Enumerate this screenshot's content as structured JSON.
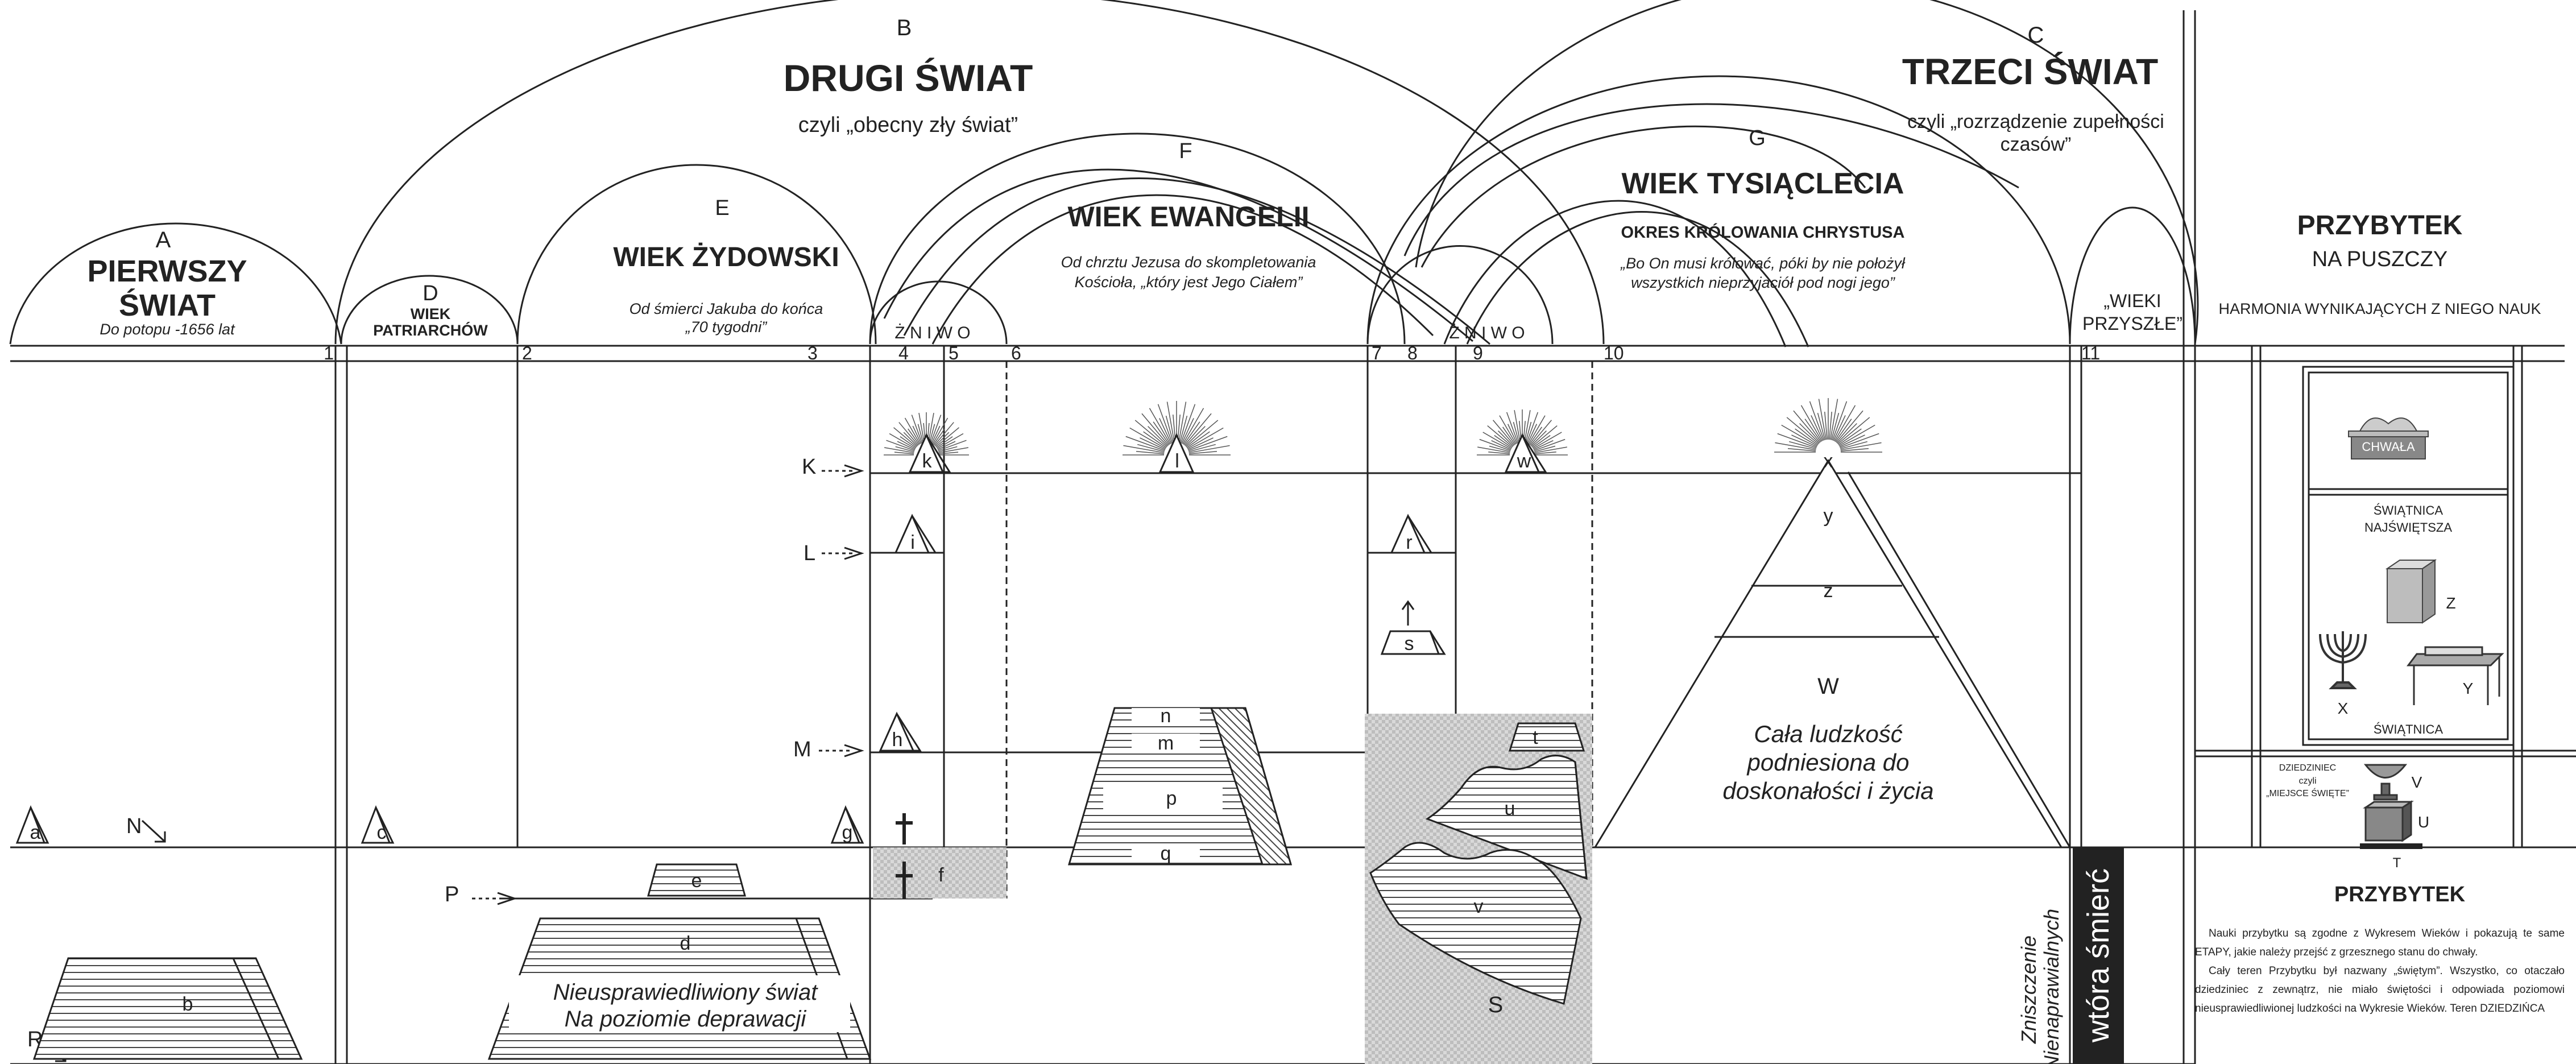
{
  "letters": {
    "A": "A",
    "B": "B",
    "C": "C",
    "D": "D",
    "E": "E",
    "F": "F",
    "G": "G"
  },
  "worlds": {
    "first": {
      "title_line1": "PIERWSZY",
      "title_line2": "ŚWIAT",
      "subtitle": "Do potopu -1656 lat"
    },
    "second": {
      "title": "DRUGI ŚWIAT",
      "subtitle": "czyli „obecny zły świat”"
    },
    "third": {
      "title": "TRZECI ŚWIAT",
      "subtitle_line1": "czyli „rozrządzenie zupełności",
      "subtitle_line2": "czasów”"
    }
  },
  "ages": {
    "patriarchs": {
      "line1": "WIEK",
      "line2": "PATRIARCHÓW"
    },
    "jewish": {
      "title": "WIEK ŻYDOWSKI",
      "line1": "Od śmierci Jakuba do końca",
      "line2": "„70 tygodni”"
    },
    "gospel": {
      "title": "WIEK EWANGELII",
      "line1": "Od chrztu Jezusa do skompletowania",
      "line2": "Kościoła, „który jest Jego Ciałem”"
    },
    "millennium": {
      "title": "WIEK TYSIĄCLECIA",
      "subtitle": "OKRES KRÓLOWANIA CHRYSTUSA",
      "line1": "„Bo On musi królować, póki by nie położył",
      "line2": "wszystkich nieprzyjaciół pod nogi jego”"
    },
    "ages_to_come": {
      "line1": "„WIEKI",
      "line2": "PRZYSZŁE”"
    }
  },
  "harvest_1": "Ż N I W O",
  "harvest_2": "Ż N I W O",
  "markers": {
    "m1": "1",
    "m2": "2",
    "m3": "3",
    "m4": "4",
    "m5": "5",
    "m6": "6",
    "m7": "7",
    "m8": "8",
    "m9": "9",
    "m10": "10",
    "m11": "11"
  },
  "planes": {
    "K": "K",
    "L": "L",
    "M": "M",
    "N": "N",
    "P": "P",
    "R": "R"
  },
  "figures": {
    "a": "a",
    "b": "b",
    "c": "c",
    "d": "d",
    "e": "e",
    "f": "f",
    "g": "g",
    "h": "h",
    "i": "i",
    "k": "k",
    "l": "l",
    "m": "m",
    "n": "n",
    "p": "p",
    "q": "q",
    "r": "r",
    "s": "s",
    "t": "t",
    "u": "u",
    "v": "v",
    "w": "w",
    "x": "x",
    "y": "y",
    "z": "z",
    "W": "W",
    "S": "S"
  },
  "labels": {
    "unrighteous_line1": "Nieusprawiedliwiony świat",
    "unrighteous_line2": "Na poziomie deprawacji",
    "mankind_line1": "Cała ludzkość",
    "mankind_line2": "podniesiona do",
    "mankind_line3": "doskonałości i życia",
    "destruction_line1": "Zniszczenie",
    "destruction_line2": "Nienaprawialnych",
    "second_death": "wtóra śmierć"
  },
  "tabernacle": {
    "title": "PRZYBYTEK",
    "subtitle": "NA PUSZCZY",
    "harmony": "HARMONIA WYNIKAJĄCYCH Z NIEGO NAUK",
    "glory": "CHWAŁA",
    "holiest_line1": "ŚWIĄTNICA",
    "holiest_line2": "NAJŚWIĘTSZA",
    "holy": "ŚWIĄTNICA",
    "court_line1": "DZIEDZINIEC",
    "court_line2": "czyli",
    "court_line3": "„MIEJSCE ŚWIĘTE”",
    "Z": "Z",
    "X": "X",
    "Y": "Y",
    "V": "V",
    "U": "U",
    "T": "T",
    "section_title": "PRZYBYTEK",
    "para1": "Nauki przybytku są zgodne z Wykresem Wieków i pokazują te same ETAPY, jakie należy przejść z grzesznego stanu do chwały.",
    "para2": "Cały teren Przybytku był nazwany „świętym”. Wszystko, co otaczało dziedziniec z zewnątrz, nie miało świętości i odpowiada poziomowi nieusprawiedliwionej ludzkości na Wykresie Wieków. Teren DZIEDZIŃCA"
  },
  "colors": {
    "ink": "#222222",
    "death_box": "#222222",
    "shade": "#c8c8c8"
  }
}
